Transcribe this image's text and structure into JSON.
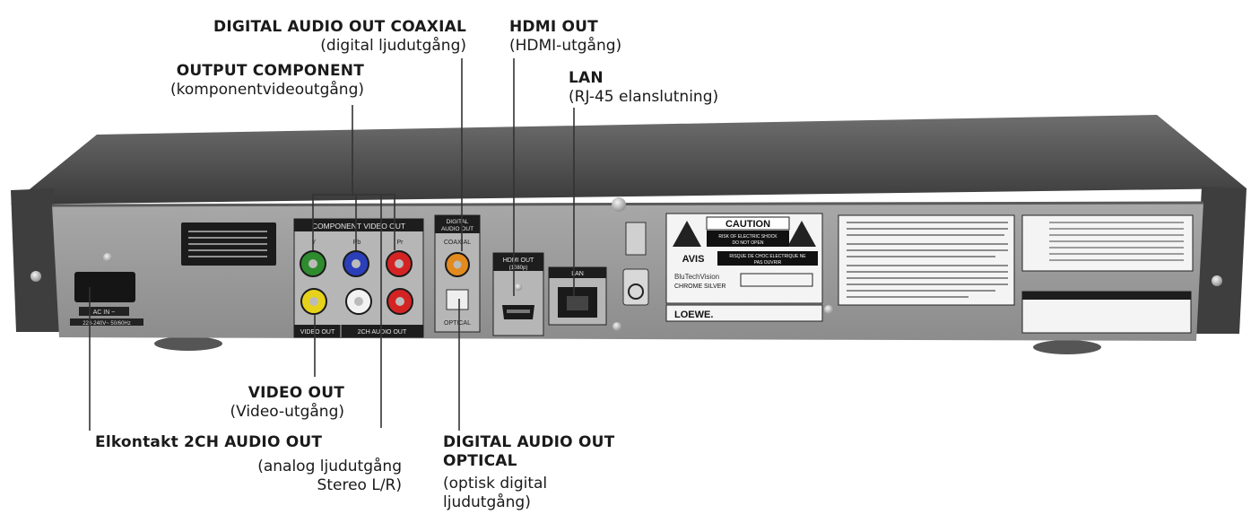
{
  "callouts": {
    "coaxial": {
      "title": "DIGITAL AUDIO OUT COAXIAL",
      "sub": "(digital ljudutgång)"
    },
    "hdmi": {
      "title": "HDMI OUT",
      "sub": "(HDMI-utgång)"
    },
    "lan": {
      "title": "LAN",
      "sub": "(RJ-45 elanslutning)"
    },
    "component": {
      "title": "OUTPUT COMPONENT",
      "sub": "(komponentvideoutgång)"
    },
    "video": {
      "title": "VIDEO OUT",
      "sub": "(Video-utgång)"
    },
    "power_audio": {
      "title": "Elkontakt 2CH AUDIO OUT",
      "sub1": "(analog ljudutgång",
      "sub2": "Stereo L/R)"
    },
    "optical": {
      "title1": "DIGITAL AUDIO OUT",
      "title2": "OPTICAL",
      "sub1": "(optisk digital",
      "sub2": "ljudutgång)"
    }
  },
  "device_labels": {
    "component_video_out": "COMPONENT VIDEO OUT",
    "y": "Y",
    "pb": "Pb",
    "pr": "Pr",
    "video_out": "VIDEO OUT",
    "ch_audio_out": "2CH AUDIO OUT",
    "digital_audio_out": "DIGITAL",
    "audio_out": "AUDIO OUT",
    "coaxial": "COAXIAL",
    "optical": "OPTICAL",
    "hdmi_out": "HDMI OUT",
    "hdmi_sub": "(1080p)",
    "lan": "LAN",
    "ac_in": "AC IN ~",
    "voltage": "220-240V~ 50/60Hz",
    "caution": "CAUTION",
    "caution_sub1": "RISK OF ELECTRIC SHOCK",
    "caution_sub2": "DO NOT OPEN",
    "avis": "AVIS",
    "avis_sub1": "RISQUE DE CHOC ELECTRIQUE NE",
    "avis_sub2": "PAS OUVRIR",
    "brand_model": "BluTechVision",
    "model_name": "CHROME SILVER",
    "loewe": "LOEWE."
  },
  "colors": {
    "panel": "#9a9a9a",
    "chassis": "#4a4a4a",
    "jack_green": "#2e8b2e",
    "jack_blue": "#2a3fb8",
    "jack_red": "#d42323",
    "jack_yellow": "#e6d21a",
    "jack_white": "#f2f2f2",
    "jack_orange": "#e28a1e"
  }
}
